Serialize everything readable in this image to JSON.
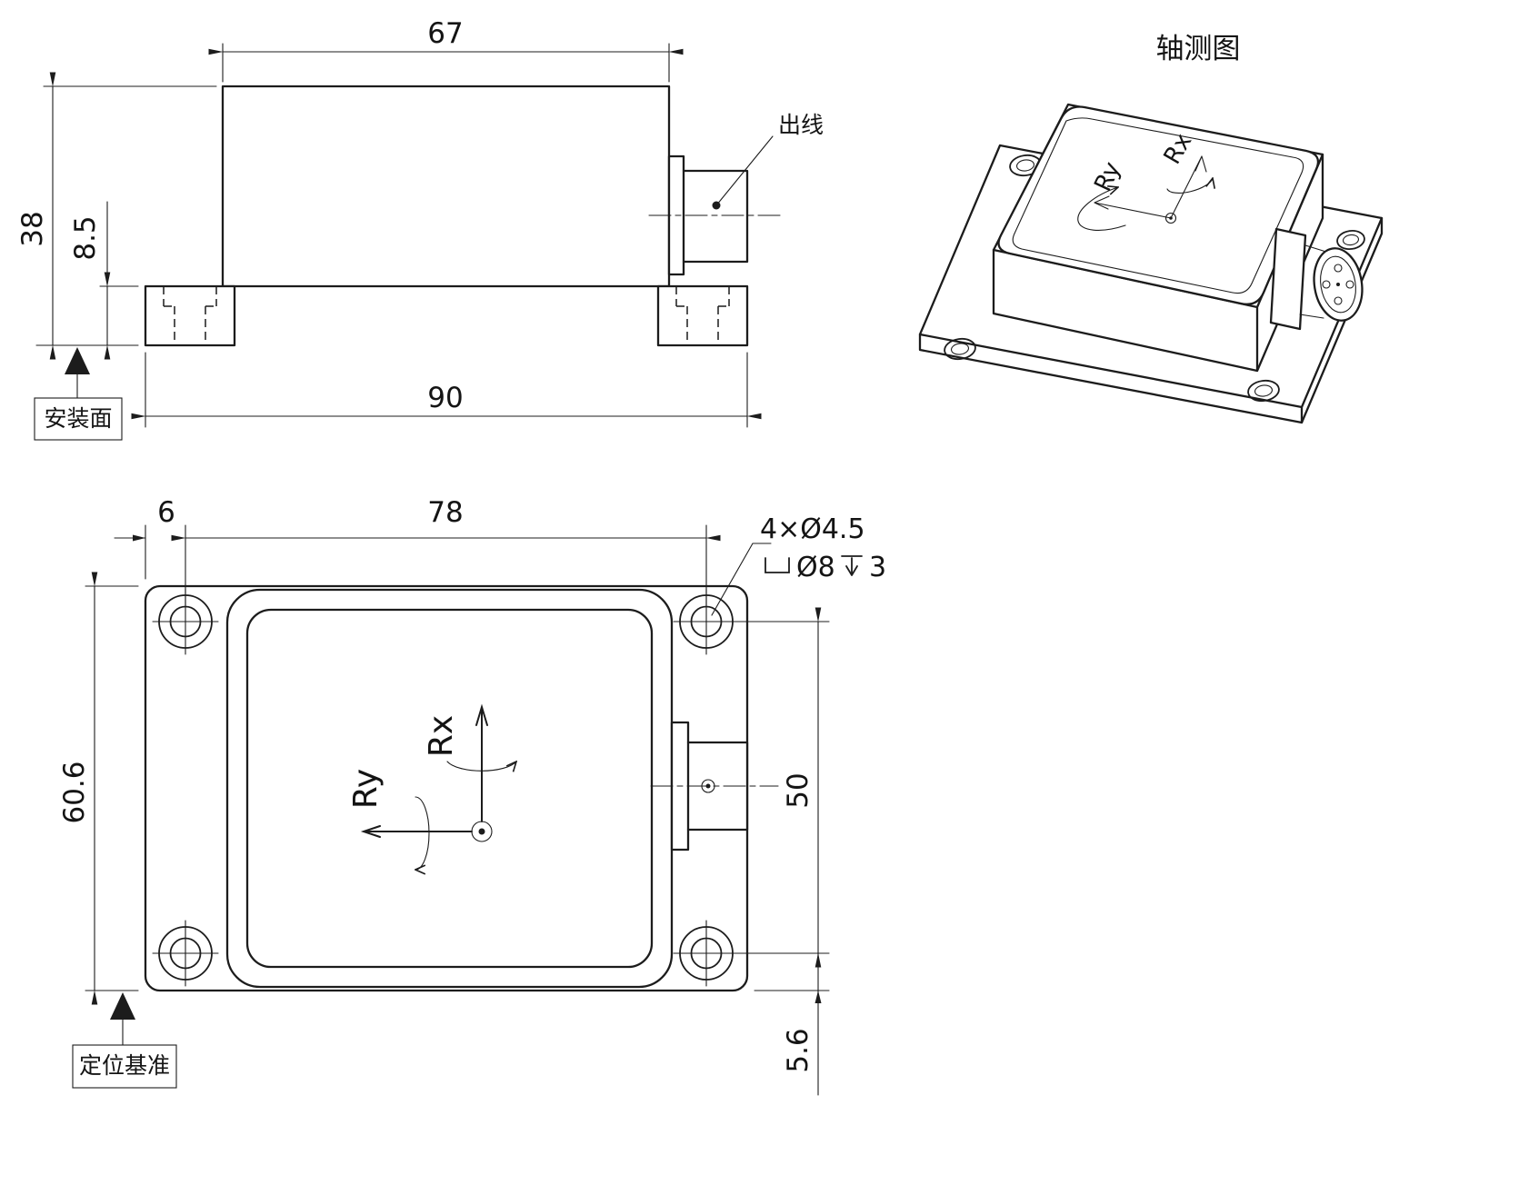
{
  "drawing": {
    "axon_title": "轴测图",
    "front": {
      "dim_top_width": "67",
      "dim_total_height": "38",
      "dim_flange_height": "8.5",
      "dim_base_width": "90",
      "cable_outlet_label": "出线",
      "mounting_datum_label": "安装面"
    },
    "top": {
      "dim_edge_offset": "6",
      "dim_hole_spacing_h": "78",
      "dim_total_depth": "60.6",
      "dim_hole_spacing_v": "50",
      "dim_bottom_edge_offset": "5.6",
      "hole_callout_qty_dia": "4×Ø4.5",
      "hole_callout_cbore_dia": "Ø8",
      "hole_callout_cbore_depth": "3",
      "axis_rx": "Rx",
      "axis_ry": "Ry",
      "position_datum_label": "定位基准"
    },
    "axon": {
      "axis_rx": "Rx",
      "axis_ry": "Ry"
    }
  }
}
